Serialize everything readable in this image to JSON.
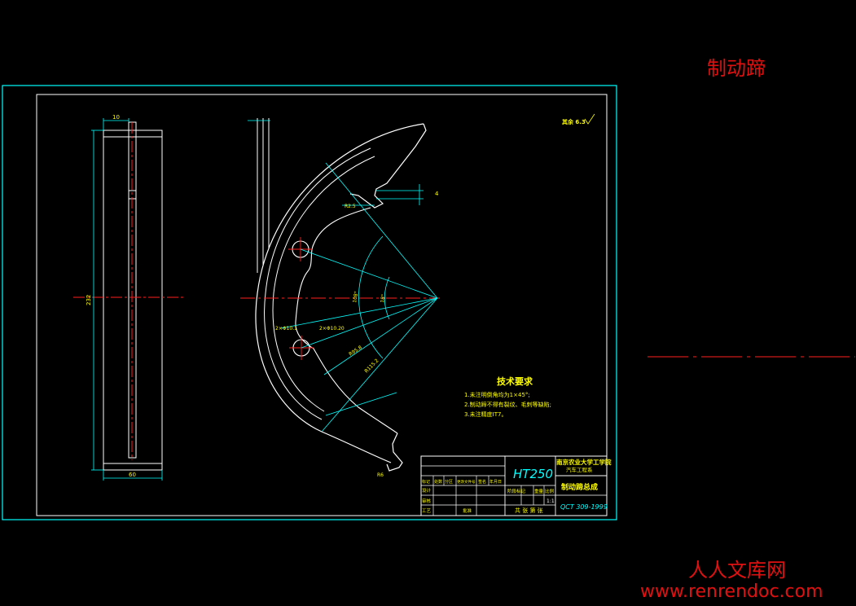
{
  "drawing": {
    "overlay_title": "制动蹄",
    "roughness_note": "其余 6.3",
    "dimensions": {
      "top_width_small": "10",
      "height": "232",
      "bottom_width": "60",
      "gap": "4",
      "r_top": "R2.5",
      "angle_small": "18°",
      "angle_large": "108°",
      "hole_a": "2×Φ10.1",
      "hole_b": "2×Φ10.20",
      "r_inner": "R95.8",
      "r_outer": "R115.2",
      "r_tip": "R6"
    },
    "tech_requirements": {
      "title": "技术要求",
      "items": [
        "1.未注明倒角均为1×45°;",
        "2.制动蹄不得有裂纹、毛刺等缺陷;",
        "3.未注精度IT7。"
      ]
    },
    "title_block": {
      "material": "HT250",
      "institution_line1": "南京农业大学工学院",
      "institution_line2": "汽车工程系",
      "part_name": "制动蹄总成",
      "standard": "QCT 309-1999",
      "sheet_info": "共 张  第 张",
      "scale": "1:1",
      "headers": [
        "标记",
        "处数",
        "分区",
        "更改文件号",
        "签名",
        "年月日"
      ],
      "rows": [
        "设计",
        "审核",
        "工艺",
        "批准"
      ],
      "stage_labels": [
        "阶段标记",
        "重量",
        "比例"
      ]
    }
  },
  "watermark": {
    "site_name_cn": "人人文库网",
    "site_url": "www.renrendoc.com"
  },
  "colors": {
    "background": "#000000",
    "frame": "#00ffff",
    "outline": "#ffffff",
    "center_line": "#ff2020",
    "text_yellow": "#ffff00",
    "watermark_red": "#e01010"
  }
}
